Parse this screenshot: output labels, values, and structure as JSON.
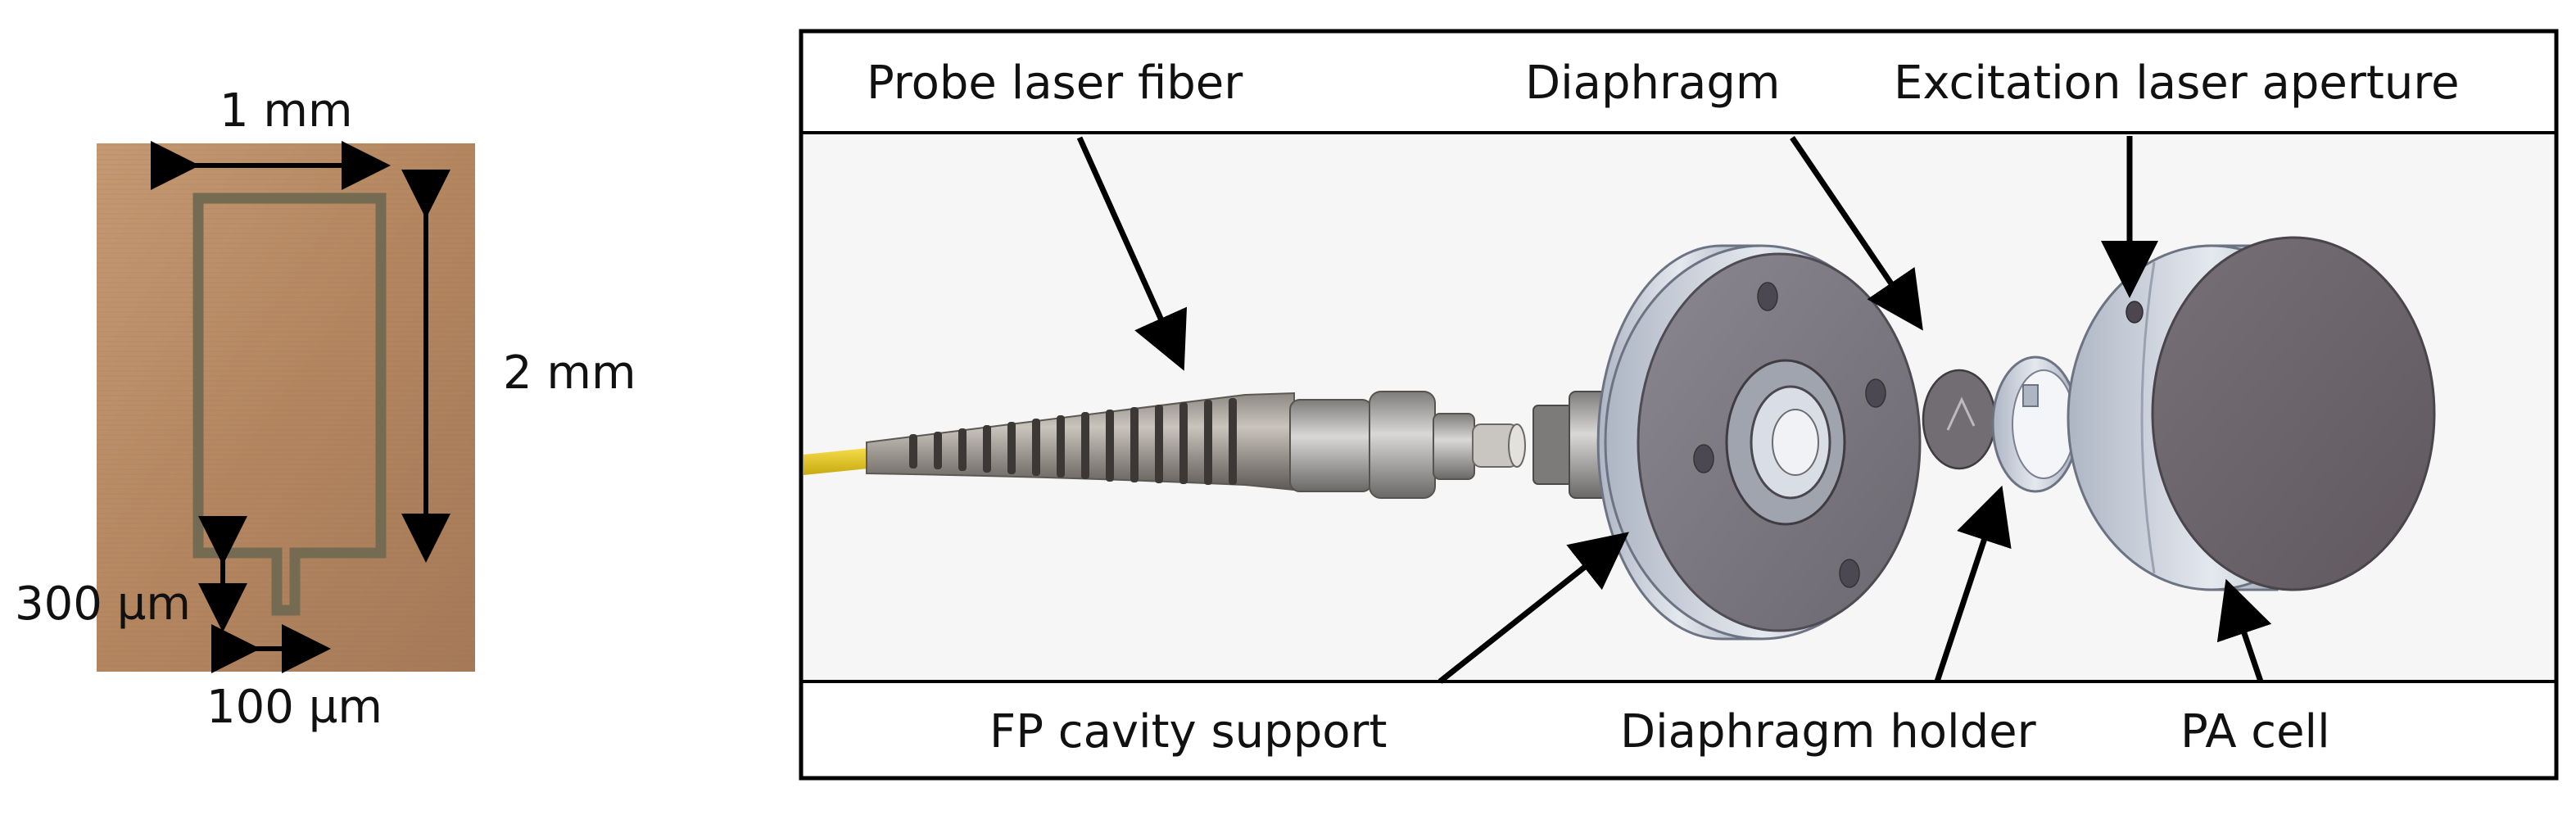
{
  "left_panel": {
    "dim_width": "1 mm",
    "dim_height": "2 mm",
    "dim_neck_length": "300 µm",
    "dim_neck_width": "100 µm"
  },
  "right_panel": {
    "labels": {
      "probe_fiber": "Probe laser fiber",
      "diaphragm": "Diaphragm",
      "excitation_aperture": "Excitation laser aperture",
      "fp_support": "FP cavity support",
      "diaphragm_holder": "Diaphragm holder",
      "pa_cell": "PA cell"
    }
  },
  "colors": {
    "copper": "#b88a62",
    "fiber_yellow": "#e8c81a",
    "metal": "#c4cad6",
    "dark_metal": "#6f6a70"
  }
}
